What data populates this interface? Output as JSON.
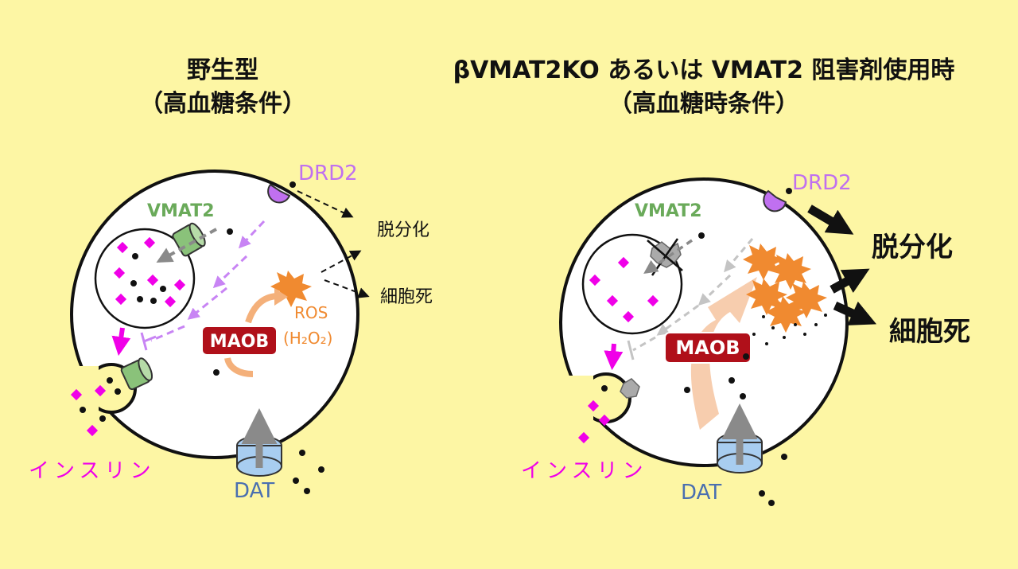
{
  "left_panel": {
    "title_line1": "野生型",
    "title_line2": "（高血糖条件）",
    "receptor_label": "DRD2",
    "transporter_label": "VMAT2",
    "dat_label": "DAT",
    "enzyme_label": "MAOB",
    "ros_label": "ROS",
    "h2o2_label": "(H₂O₂)",
    "outcome_dedifferentiation": "脱分化",
    "outcome_cell_death": "細胞死",
    "secretion_label": "インスリン"
  },
  "right_panel": {
    "title_line1": "βVMAT2KO あるいは VMAT2 阻害剤使用時",
    "title_line2": "（高血糖時条件）",
    "receptor_label": "DRD2",
    "transporter_label": "VMAT2",
    "dat_label": "DAT",
    "enzyme_label": "MAOB",
    "outcome_dedifferentiation": "脱分化",
    "outcome_cell_death": "細胞死",
    "secretion_label": "インスリン"
  },
  "colors": {
    "background": "#fdf6a4",
    "insulin_magenta": "#f000e8",
    "dopamine_black": "#111111",
    "drd2_purple": "#c070f0",
    "vmat2_green": "#8ac27a",
    "vmat2_label_green": "#6aaa5a",
    "dat_blue": "#a8cdf0",
    "dat_label_blue": "#4a6fb0",
    "maob_red": "#b0101a",
    "ros_orange": "#f08a30",
    "arrow_gray": "#8a8a8a",
    "violet_arrow": "#c884f4"
  }
}
